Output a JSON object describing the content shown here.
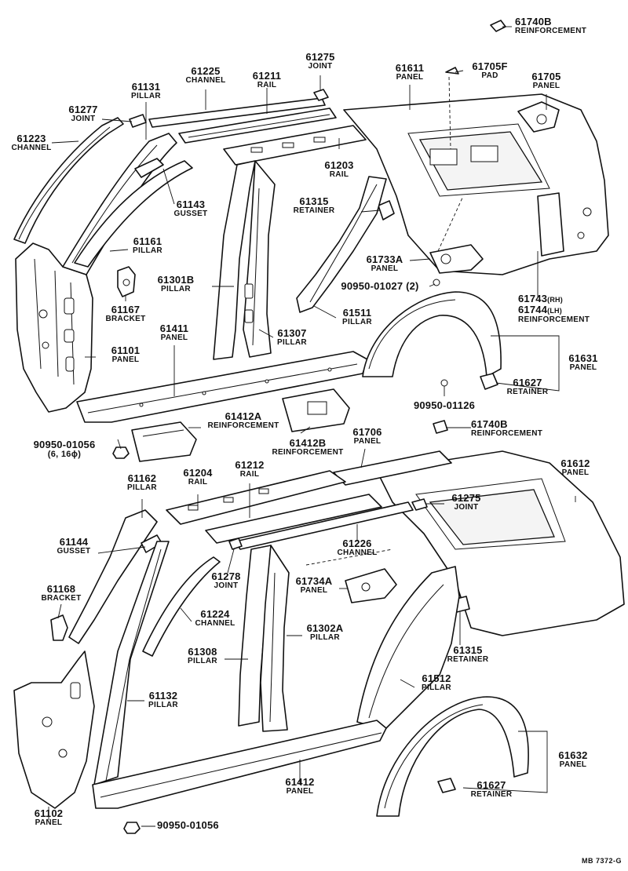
{
  "labels": [
    {
      "id": "61740b-top",
      "num": "61740B",
      "name": "REINFORCEMENT"
    },
    {
      "id": "61275-top",
      "num": "61275",
      "name": "JOINT"
    },
    {
      "id": "61225",
      "num": "61225",
      "name": "CHANNEL"
    },
    {
      "id": "61211",
      "num": "61211",
      "name": "RAIL"
    },
    {
      "id": "61611",
      "num": "61611",
      "name": "PANEL"
    },
    {
      "id": "61705f",
      "num": "61705F",
      "name": "PAD"
    },
    {
      "id": "61705",
      "num": "61705",
      "name": "PANEL"
    },
    {
      "id": "61131",
      "num": "61131",
      "name": "PILLAR"
    },
    {
      "id": "61277",
      "num": "61277",
      "name": "JOINT"
    },
    {
      "id": "61223",
      "num": "61223",
      "name": "CHANNEL"
    },
    {
      "id": "61203",
      "num": "61203",
      "name": "RAIL"
    },
    {
      "id": "61143",
      "num": "61143",
      "name": "GUSSET"
    },
    {
      "id": "61315-top",
      "num": "61315",
      "name": "RETAINER"
    },
    {
      "id": "61161",
      "num": "61161",
      "name": "PILLAR"
    },
    {
      "id": "61733a",
      "num": "61733A",
      "name": "PANEL"
    },
    {
      "id": "61301b",
      "num": "61301B",
      "name": "PILLAR"
    },
    {
      "id": "90950-01027",
      "num": "90950-01027 (2)",
      "name": ""
    },
    {
      "id": "61167",
      "num": "61167",
      "name": "BRACKET"
    },
    {
      "id": "61743",
      "num": "61743",
      "name": "(RH)"
    },
    {
      "id": "61744",
      "num": "61744",
      "name": "(LH)"
    },
    {
      "id": "61743-name",
      "num": "",
      "name": "REINFORCEMENT"
    },
    {
      "id": "61511",
      "num": "61511",
      "name": "PILLAR"
    },
    {
      "id": "61307",
      "num": "61307",
      "name": "PILLAR"
    },
    {
      "id": "61411",
      "num": "61411",
      "name": "PANEL"
    },
    {
      "id": "61101",
      "num": "61101",
      "name": "PANEL"
    },
    {
      "id": "61631",
      "num": "61631",
      "name": "PANEL"
    },
    {
      "id": "61627-top",
      "num": "61627",
      "name": "RETAINER"
    },
    {
      "id": "90950-01126",
      "num": "90950-01126",
      "name": ""
    },
    {
      "id": "61412a",
      "num": "61412A",
      "name": "REINFORCEMENT"
    },
    {
      "id": "61412b",
      "num": "61412B",
      "name": "REINFORCEMENT"
    },
    {
      "id": "90950-01056-top",
      "num": "90950-01056",
      "name": "(6, 16ϕ)"
    },
    {
      "id": "61706",
      "num": "61706",
      "name": "PANEL"
    },
    {
      "id": "61740b-mid",
      "num": "61740B",
      "name": "REINFORCEMENT"
    },
    {
      "id": "61612",
      "num": "61612",
      "name": "PANEL"
    },
    {
      "id": "61162",
      "num": "61162",
      "name": "PILLAR"
    },
    {
      "id": "61204",
      "num": "61204",
      "name": "RAIL"
    },
    {
      "id": "61212",
      "num": "61212",
      "name": "RAIL"
    },
    {
      "id": "61275-mid",
      "num": "61275",
      "name": "JOINT"
    },
    {
      "id": "61144",
      "num": "61144",
      "name": "GUSSET"
    },
    {
      "id": "61226",
      "num": "61226",
      "name": "CHANNEL"
    },
    {
      "id": "61278",
      "num": "61278",
      "name": "JOINT"
    },
    {
      "id": "61734a",
      "num": "61734A",
      "name": "PANEL"
    },
    {
      "id": "61168",
      "num": "61168",
      "name": "BRACKET"
    },
    {
      "id": "61224",
      "num": "61224",
      "name": "CHANNEL"
    },
    {
      "id": "61302a",
      "num": "61302A",
      "name": "PILLAR"
    },
    {
      "id": "61308",
      "num": "61308",
      "name": "PILLAR"
    },
    {
      "id": "61315-bot",
      "num": "61315",
      "name": "RETAINER"
    },
    {
      "id": "61512",
      "num": "61512",
      "name": "PILLAR"
    },
    {
      "id": "61132",
      "num": "61132",
      "name": "PILLAR"
    },
    {
      "id": "61632",
      "num": "61632",
      "name": "PANEL"
    },
    {
      "id": "61412",
      "num": "61412",
      "name": "PANEL"
    },
    {
      "id": "61627-bot",
      "num": "61627",
      "name": "RETAINER"
    },
    {
      "id": "61102",
      "num": "61102",
      "name": "PANEL"
    },
    {
      "id": "90950-01056-bot",
      "num": "90950-01056",
      "name": ""
    }
  ],
  "footer": {
    "code": "MB 7372-G"
  }
}
